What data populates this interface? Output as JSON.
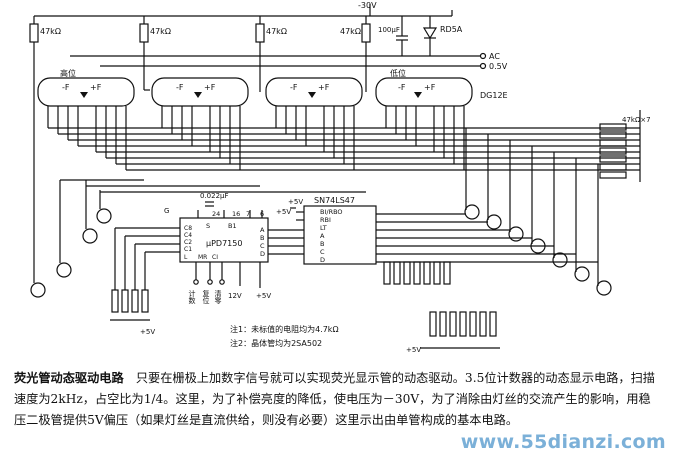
{
  "schematic": {
    "supply_neg": "-30V",
    "resistor_top": [
      "47kΩ",
      "47kΩ",
      "47kΩ",
      "47kΩ"
    ],
    "cap_top": "100μF",
    "zener": "RD5A",
    "ac_label": "AC",
    "dc_label": "0.5V",
    "tube_labels": [
      "高位",
      "低位"
    ],
    "tube_pins": [
      "-F",
      "+F",
      "-F",
      "+F",
      "-F",
      "+F",
      "-F",
      "+F"
    ],
    "tube_part": "DG12E",
    "resistor_array": "47kΩ×7",
    "decoder": "SN74LS47",
    "decoder_pins_left": [
      "BI/RBO",
      "RBI",
      "LT",
      "A",
      "B",
      "C",
      "D"
    ],
    "counter": "μPD7150",
    "counter_cap": "0.022μF",
    "counter_pins_top": [
      "G",
      "24",
      "S",
      "B1",
      "16",
      "7",
      "6"
    ],
    "counter_pins_left": [
      "C8",
      "C4",
      "C2",
      "C1",
      "L",
      "MR",
      "CI"
    ],
    "counter_pins_right": [
      "A",
      "B",
      "C",
      "D"
    ],
    "v5": "+5V",
    "v12": "12V",
    "inputs": [
      "计数",
      "复位",
      "清零"
    ],
    "note1": "注1：未标值的电阻均为4.7kΩ",
    "note2": "注2：晶体管均为2SA502"
  },
  "caption": {
    "title": "荧光管动态驱动电路",
    "body": "　只要在栅极上加数字信号就可以实现荧光显示管的动态驱动。3.5位计数器的动态显示电路，扫描速度为2kHz，占空比为1/4。这里，为了补偿亮度的降低，使电压为－30V，为了消除由灯丝的交流产生的影响，用稳压二极管提供5V偏压（如果灯丝是直流供给，则没有必要）这里示出由单管构成的基本电路。"
  },
  "watermark": "www.55dianzi.com"
}
